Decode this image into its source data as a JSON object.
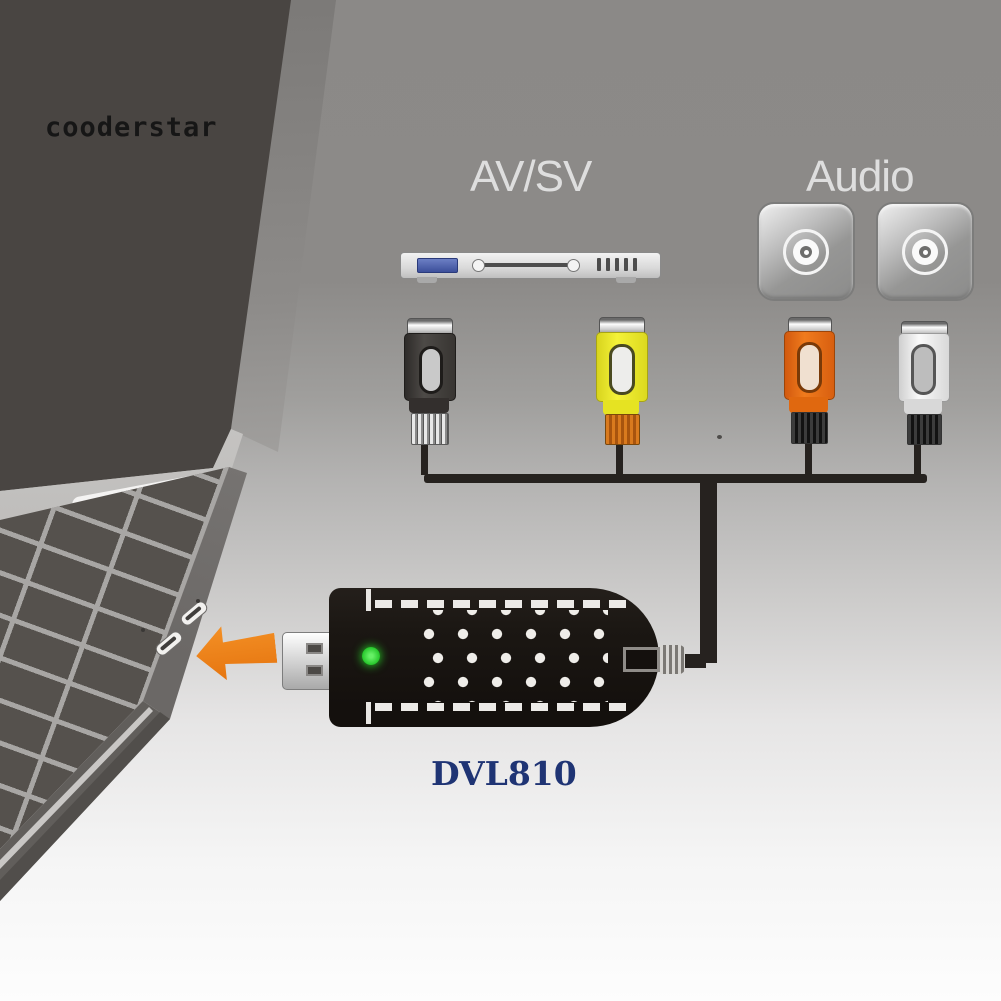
{
  "watermark": {
    "text": "cooderstar",
    "color": "#161616"
  },
  "labels": {
    "av_sv": "AV/SV",
    "audio": "Audio"
  },
  "model": {
    "text": "DVL810",
    "color": "#1f3474"
  },
  "devices": {
    "laptop": {
      "usb_ports_visible": 2
    },
    "dvd_player": {
      "buttons": 5,
      "display_color": "#3c4f9a"
    },
    "audio_jacks": [
      {
        "name": "audio-jack-left"
      },
      {
        "name": "audio-jack-right"
      }
    ],
    "connectors": [
      {
        "name": "s-video-plug",
        "color": "#3f3b38"
      },
      {
        "name": "composite-video-plug",
        "color": "#efec2d"
      },
      {
        "name": "audio-red-plug",
        "color": "#e8741a"
      },
      {
        "name": "audio-white-plug",
        "color": "#f2f2f2"
      }
    ],
    "capture_stick": {
      "led_color": "#2bd32f",
      "body_color": "#1b1713"
    }
  },
  "arrow": {
    "direction": "left",
    "color": "#ee7f1b"
  }
}
